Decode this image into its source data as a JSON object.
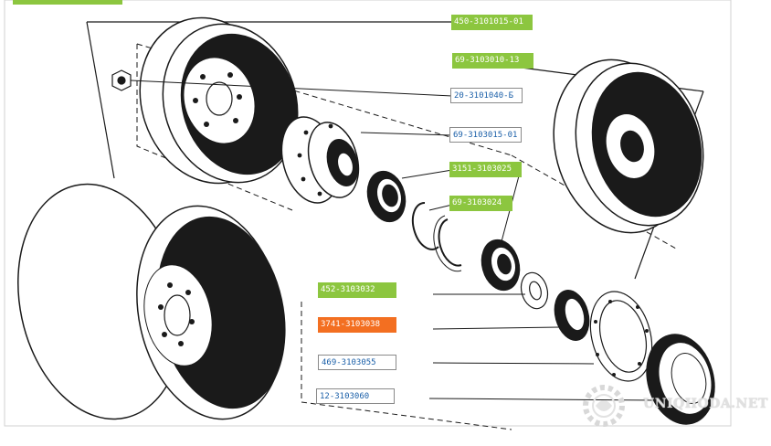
{
  "colors": {
    "green": "#8cc63f",
    "orange": "#f36f21",
    "link": "#1a5fa8",
    "line": "#1a1a1a"
  },
  "labels": [
    {
      "id": "l1",
      "text": "450-3101015-01",
      "style": "green"
    },
    {
      "id": "l2",
      "text": "69-3103010-13",
      "style": "green"
    },
    {
      "id": "l3",
      "text": "20-3101040-Б",
      "style": "white"
    },
    {
      "id": "l4",
      "text": "69-3103015-01",
      "style": "white"
    },
    {
      "id": "l5",
      "text": "3151-3103025",
      "style": "green"
    },
    {
      "id": "l6",
      "text": "69-3103024",
      "style": "green"
    },
    {
      "id": "l7",
      "text": "452-3103032",
      "style": "green"
    },
    {
      "id": "l8",
      "text": "3741-3103038",
      "style": "orange"
    },
    {
      "id": "l9",
      "text": "469-3103055",
      "style": "white"
    },
    {
      "id": "l10",
      "text": "12-3103060",
      "style": "white"
    }
  ],
  "watermark": {
    "text": "UNIQHODA.NET",
    "logo": "gear-logo-icon"
  }
}
